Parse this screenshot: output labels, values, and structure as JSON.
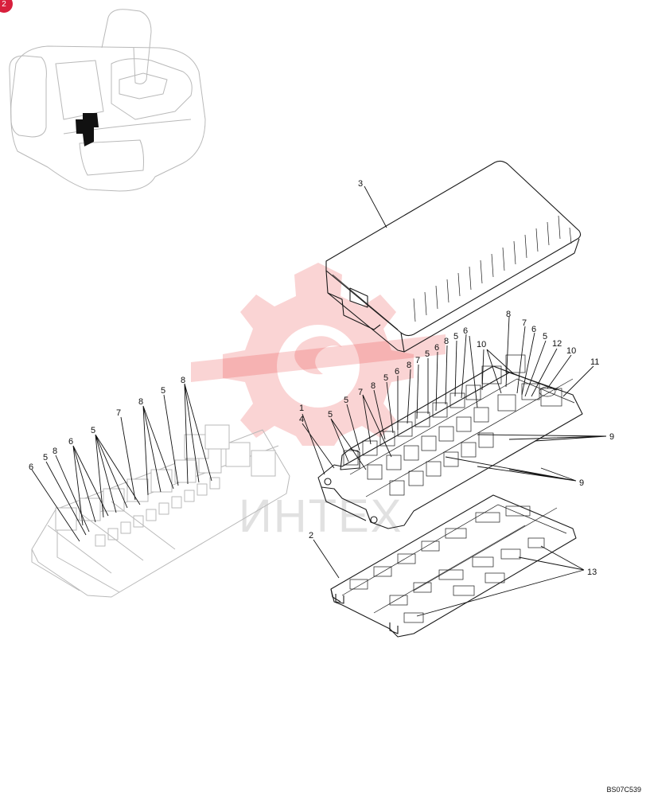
{
  "page_badge": "2",
  "drawing_code": "BS07C539",
  "watermark_text": "ИНТЕХ",
  "colors": {
    "watermark": "#e8393a",
    "line": "#1a1a1a",
    "ghost": "#b9b9b9"
  },
  "callouts": [
    {
      "id": "c1",
      "text": "3"
    },
    {
      "id": "c2",
      "text": "10"
    },
    {
      "id": "c3",
      "text": "8"
    },
    {
      "id": "c4",
      "text": "7"
    },
    {
      "id": "c5",
      "text": "6"
    },
    {
      "id": "c6",
      "text": "5"
    },
    {
      "id": "c7",
      "text": "12"
    },
    {
      "id": "c8",
      "text": "10"
    },
    {
      "id": "c9",
      "text": "11"
    },
    {
      "id": "c10",
      "text": "6"
    },
    {
      "id": "c11",
      "text": "5"
    },
    {
      "id": "c12",
      "text": "8"
    },
    {
      "id": "c13",
      "text": "6"
    },
    {
      "id": "c14",
      "text": "5"
    },
    {
      "id": "c15",
      "text": "7"
    },
    {
      "id": "c16",
      "text": "8"
    },
    {
      "id": "c17",
      "text": "6"
    },
    {
      "id": "c18",
      "text": "5"
    },
    {
      "id": "c19",
      "text": "8"
    },
    {
      "id": "c20",
      "text": "7"
    },
    {
      "id": "c21",
      "text": "5"
    },
    {
      "id": "c22",
      "text": "5"
    },
    {
      "id": "c23",
      "text": "1"
    },
    {
      "id": "c24",
      "text": "4"
    },
    {
      "id": "c25",
      "text": "9"
    },
    {
      "id": "c26",
      "text": "9"
    },
    {
      "id": "c27",
      "text": "2"
    },
    {
      "id": "c28",
      "text": "13"
    },
    {
      "id": "c29",
      "text": "5"
    },
    {
      "id": "c30",
      "text": "8"
    },
    {
      "id": "c31",
      "text": "8"
    },
    {
      "id": "c32",
      "text": "5"
    },
    {
      "id": "c33",
      "text": "6"
    },
    {
      "id": "c34",
      "text": "7"
    },
    {
      "id": "c35",
      "text": "5"
    },
    {
      "id": "c36",
      "text": "8"
    },
    {
      "id": "c37",
      "text": "6"
    }
  ]
}
